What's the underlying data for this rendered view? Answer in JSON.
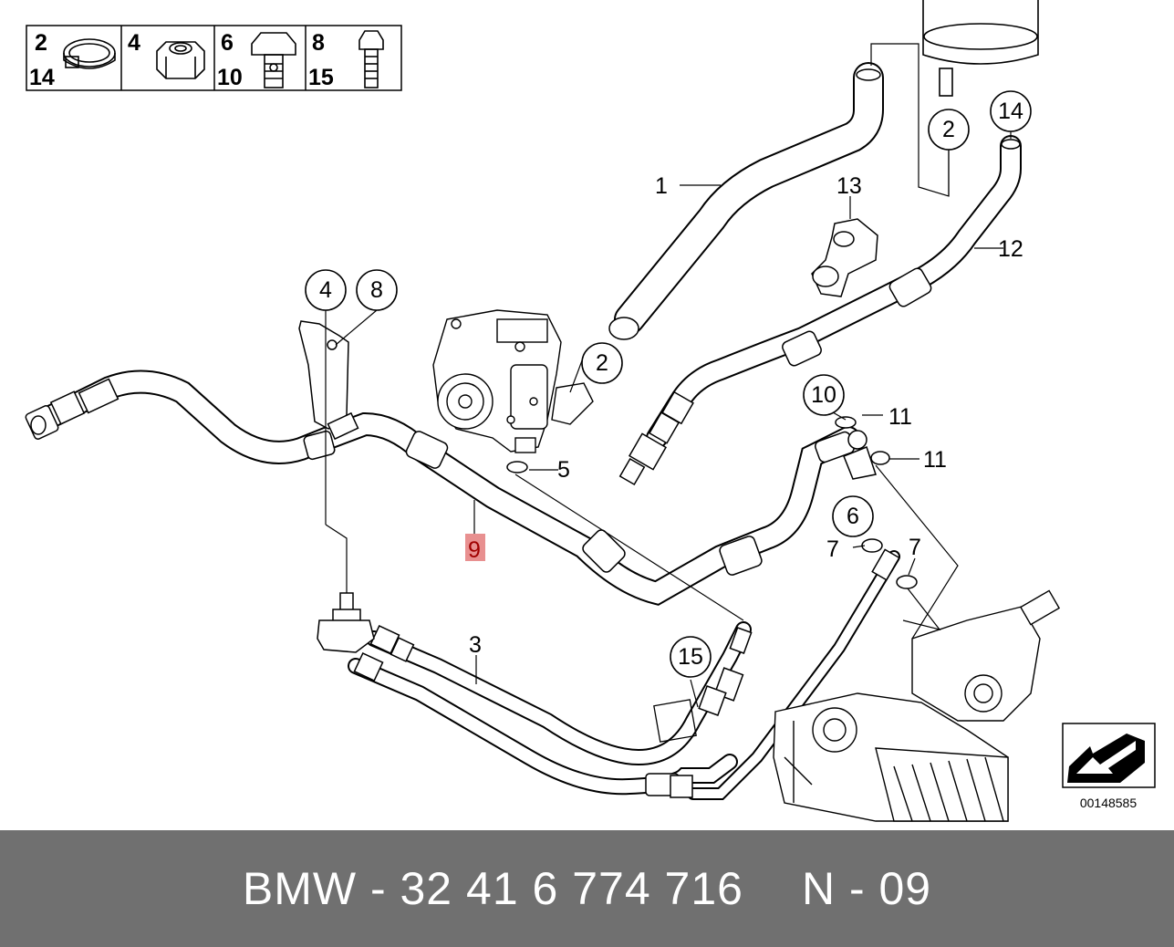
{
  "legend": {
    "cells": [
      {
        "top": "2",
        "bottom": "14",
        "icon": "hose-clamp-icon"
      },
      {
        "top": "4",
        "bottom": "",
        "icon": "hex-nut-icon"
      },
      {
        "top": "6",
        "bottom": "10",
        "icon": "banjo-bolt-icon"
      },
      {
        "top": "8",
        "bottom": "15",
        "icon": "hex-bolt-icon"
      }
    ]
  },
  "callouts": {
    "c2_a": "2",
    "c14": "14",
    "c2_b": "2",
    "c4": "4",
    "c8": "8",
    "c10": "10",
    "c6": "6",
    "c15": "15"
  },
  "labels": {
    "l1": "1",
    "l13": "13",
    "l12": "12",
    "l5": "5",
    "l11_a": "11",
    "l11_b": "11",
    "l7_a": "7",
    "l7_b": "7",
    "l3": "3",
    "l9": "9"
  },
  "highlight_color": "#e89090",
  "catalog_number": "00148585",
  "footer": {
    "part_number": "BMW - 32 41 6 774 716",
    "variant": "N - 09"
  }
}
